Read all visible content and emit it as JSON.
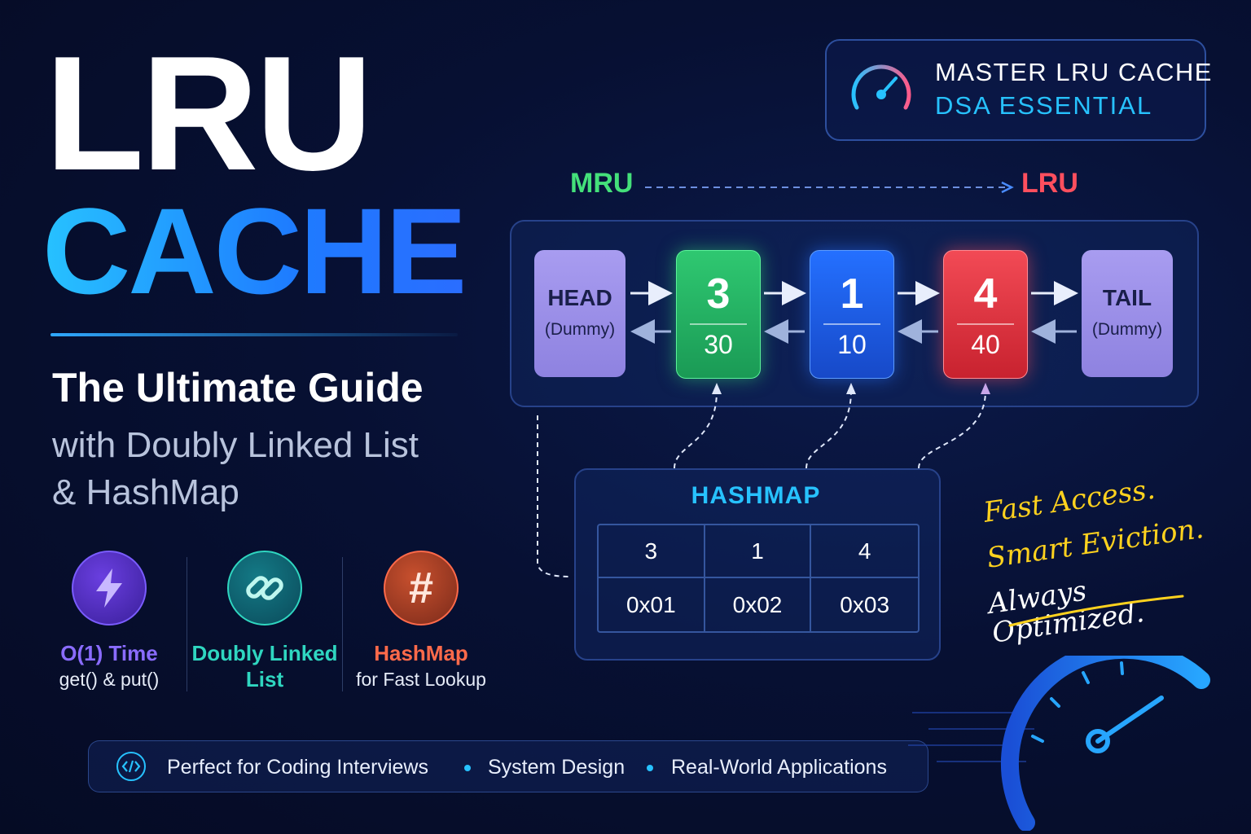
{
  "title": {
    "line1": "LRU",
    "line2": "CACHE"
  },
  "subtitle": {
    "guide": "The Ultimate Guide",
    "line1": "with Doubly Linked List",
    "line2": "& HashMap"
  },
  "features": [
    {
      "icon": "lightning-icon",
      "title": "O(1) Time",
      "desc": "get() & put()",
      "color": "#8a6cff"
    },
    {
      "icon": "link-icon",
      "title": "Doubly Linked",
      "title2": "List",
      "color": "#2fd6c0"
    },
    {
      "icon": "hash-icon",
      "title": "HashMap",
      "desc": "for Fast Lookup",
      "color": "#ff6a4a"
    }
  ],
  "badge": {
    "line1": "MASTER LRU CACHE",
    "line2": "DSA ESSENTIAL",
    "icon": "speedometer-icon"
  },
  "direction": {
    "start": "MRU",
    "end": "LRU"
  },
  "list": {
    "head": {
      "label": "HEAD",
      "sub": "(Dummy)"
    },
    "tail": {
      "label": "TAIL",
      "sub": "(Dummy)"
    },
    "nodes": [
      {
        "key": "3",
        "value": "30",
        "color": "#2fc871"
      },
      {
        "key": "1",
        "value": "10",
        "color": "#2470ff"
      },
      {
        "key": "4",
        "value": "40",
        "color": "#f24a55"
      }
    ]
  },
  "hashmap": {
    "title": "HASHMAP",
    "keys": [
      "3",
      "1",
      "4"
    ],
    "addresses": [
      "0x01",
      "0x02",
      "0x03"
    ]
  },
  "tagline": {
    "line1": "Fast Access.",
    "line2": "Smart Eviction.",
    "line3": "Always Optimized."
  },
  "footer": {
    "icon": "code-icon",
    "items": [
      "Perfect for Coding Interviews",
      "System Design",
      "Real-World Applications"
    ]
  }
}
